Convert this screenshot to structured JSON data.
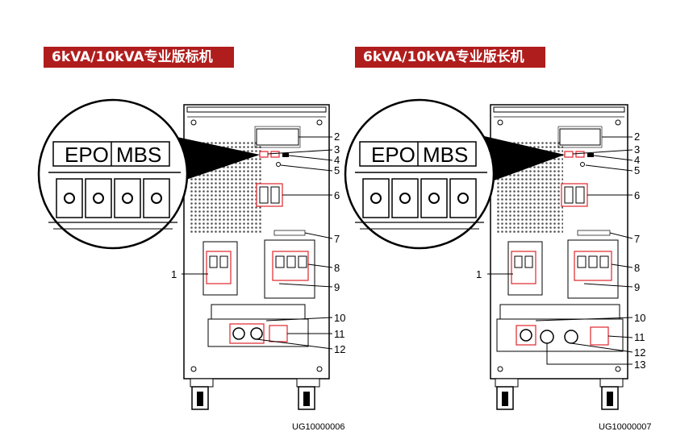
{
  "titles": {
    "left": "6kVA/10kVA专业版标机",
    "right": "6kVA/10kVA专业版长机"
  },
  "doc_ids": {
    "left": "UG10000006",
    "right": "UG10000007"
  },
  "lens_labels": {
    "epo": "EPO",
    "mbs": "MBS"
  },
  "callouts_left": [
    "1",
    "2",
    "3",
    "4",
    "5",
    "6",
    "7",
    "8",
    "9",
    "10",
    "11",
    "12"
  ],
  "callouts_right": [
    "1",
    "2",
    "3",
    "4",
    "5",
    "6",
    "7",
    "8",
    "9",
    "10",
    "11",
    "12",
    "13"
  ],
  "colors": {
    "banner": "#b01d1d",
    "callout_box": "#e0262b",
    "line": "#000000"
  }
}
